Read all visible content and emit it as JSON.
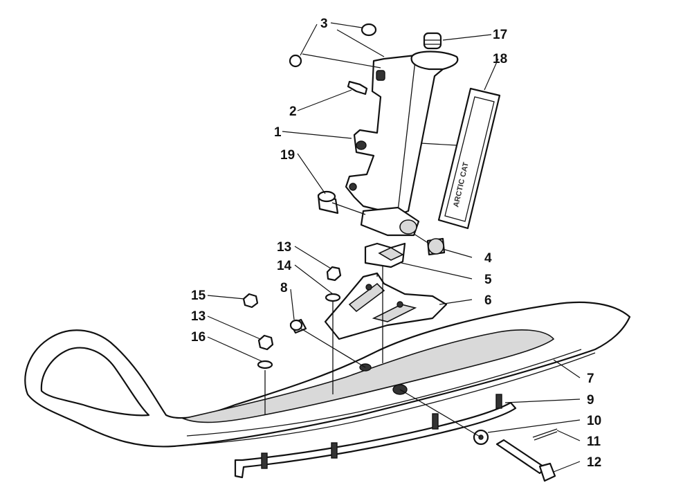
{
  "callouts": [
    {
      "id": "1",
      "label": "1"
    },
    {
      "id": "2",
      "label": "2"
    },
    {
      "id": "3",
      "label": "3"
    },
    {
      "id": "4",
      "label": "4"
    },
    {
      "id": "5",
      "label": "5"
    },
    {
      "id": "6",
      "label": "6"
    },
    {
      "id": "7",
      "label": "7"
    },
    {
      "id": "8",
      "label": "8"
    },
    {
      "id": "9",
      "label": "9"
    },
    {
      "id": "10",
      "label": "10"
    },
    {
      "id": "11",
      "label": "11"
    },
    {
      "id": "12",
      "label": "12"
    },
    {
      "id": "13a",
      "label": "13"
    },
    {
      "id": "13b",
      "label": "13"
    },
    {
      "id": "14",
      "label": "14"
    },
    {
      "id": "15",
      "label": "15"
    },
    {
      "id": "16",
      "label": "16"
    },
    {
      "id": "17",
      "label": "17"
    },
    {
      "id": "18",
      "label": "18"
    },
    {
      "id": "19",
      "label": "19"
    }
  ],
  "decal": {
    "text": "ARCTIC CAT"
  },
  "colors": {
    "ink": "#111111",
    "shade": "#d9d9d9",
    "paper": "#ffffff"
  }
}
